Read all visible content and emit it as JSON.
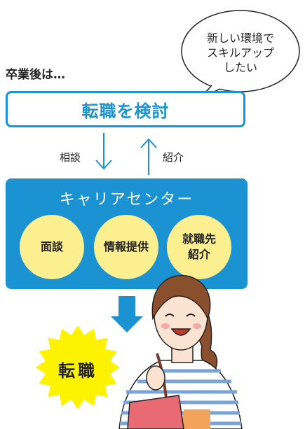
{
  "bubble": {
    "lines": [
      "新しい環境で",
      "スキルアップ",
      "したい"
    ]
  },
  "intro_text": "卒業後は…",
  "consider_label": "転職を検討",
  "arrows": {
    "consult_label": "相談",
    "introduce_label": "紹介"
  },
  "career_center": {
    "title": "キャリアセンター",
    "services": [
      {
        "lines": [
          "面談"
        ]
      },
      {
        "lines": [
          "情報提供"
        ]
      },
      {
        "lines": [
          "就職先",
          "紹介"
        ]
      }
    ]
  },
  "result_label": "転職",
  "colors": {
    "primary_blue": "#1b92d2",
    "circle_yellow": "#fcef8f",
    "burst_yellow": "#fdf300",
    "arrow_blue": "#1b92d2"
  }
}
